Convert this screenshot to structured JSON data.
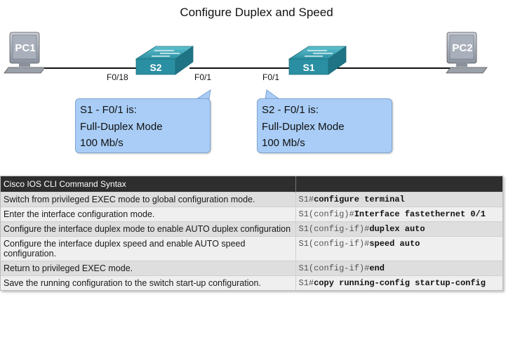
{
  "title": "Configure Duplex and Speed",
  "devices": {
    "pc1": "PC1",
    "pc2": "PC2",
    "s2": "S2",
    "s1": "S1"
  },
  "ports": {
    "s2_left": "F0/18",
    "s2_right": "F0/1",
    "s1_left": "F0/1"
  },
  "callouts": [
    {
      "lines": [
        "S1 - F0/1 is:",
        "Full-Duplex Mode",
        "100 Mb/s"
      ]
    },
    {
      "lines": [
        "S2 - F0/1 is:",
        "Full-Duplex Mode",
        "100 Mb/s"
      ]
    }
  ],
  "table": {
    "header": "Cisco IOS CLI Command Syntax",
    "header_right": "",
    "rows": [
      {
        "desc": "Switch from privileged EXEC mode to global configuration mode.",
        "prompt": "S1#",
        "command": "configure terminal"
      },
      {
        "desc": "Enter the interface configuration mode.",
        "prompt": "S1(config)#",
        "command": "Interface fastethernet 0/1"
      },
      {
        "desc": "Configure the interface duplex mode to enable AUTO duplex configuration",
        "prompt": "S1(config-if)#",
        "command": "duplex auto"
      },
      {
        "desc": "Configure the interface duplex speed and enable AUTO speed configuration.",
        "prompt": "S1(config-if)#",
        "command": "speed auto"
      },
      {
        "desc": "Return to privileged EXEC mode.",
        "prompt": "S1(config-if)#",
        "command": "end"
      },
      {
        "desc": "Save the running configuration to the switch start-up configuration.",
        "prompt": "S1#",
        "command": "copy running-config startup-config"
      }
    ]
  },
  "colors": {
    "callout_fill": "#a9cdf6",
    "header_bg": "#2e2e2e",
    "switch_body": "#2f9fb0"
  }
}
